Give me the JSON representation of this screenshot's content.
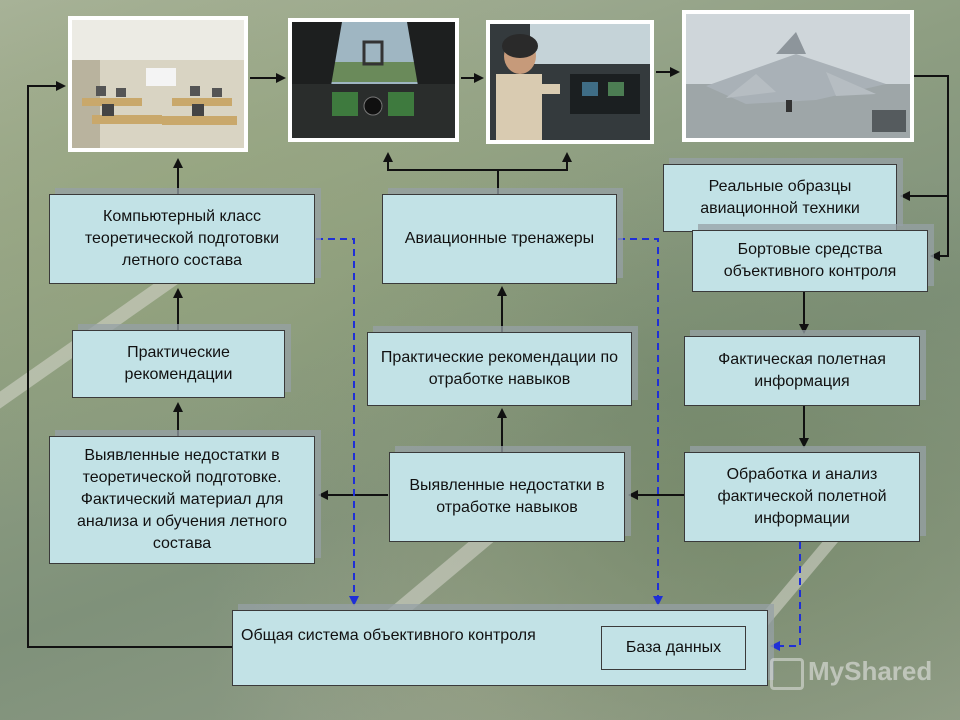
{
  "boxes": {
    "computer_class": "Компьютерный класс теоретической подготовки летного состава",
    "aviation_simulators": "Авиационные тренажеры",
    "real_samples": "Реальные образцы авиационной техники",
    "onboard_control": "Бортовые средства объективного контроля",
    "practical_recs_left": "Практические рекомендации",
    "practical_recs_mid": "Практические рекомендации по отработке навыков",
    "actual_flight_info": "Фактическая полетная информация",
    "deficiencies_theory": "Выявленные недостатки в теоретической подготовке. Фактический материал для анализа и обучения летного состава",
    "deficiencies_skills": "Выявленные недостатки в отработке навыков",
    "processing_analysis": "Обработка и анализ фактической полетной информации",
    "general_system": "Общая система объективного контроля",
    "database": "База данных"
  },
  "photos": [
    "classroom-photo",
    "cockpit-photo",
    "pilot-simulator-photo",
    "fighter-jet-photo"
  ],
  "watermark": "MyShared",
  "colors": {
    "box_fill": "#c2e2e6",
    "arrow": "#111111",
    "dashed_arrow": "#1f2fd6"
  }
}
